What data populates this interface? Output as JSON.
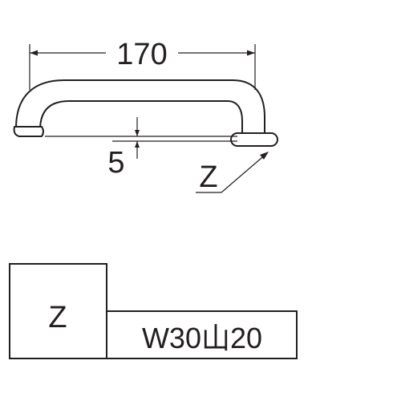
{
  "dimensions": {
    "spout_length": "170",
    "tip_drop": "5"
  },
  "callout": {
    "label": "Z"
  },
  "spec_table": {
    "key": "Z",
    "value": "W30山20"
  },
  "colors": {
    "line": "#231f20",
    "background": "#ffffff"
  }
}
